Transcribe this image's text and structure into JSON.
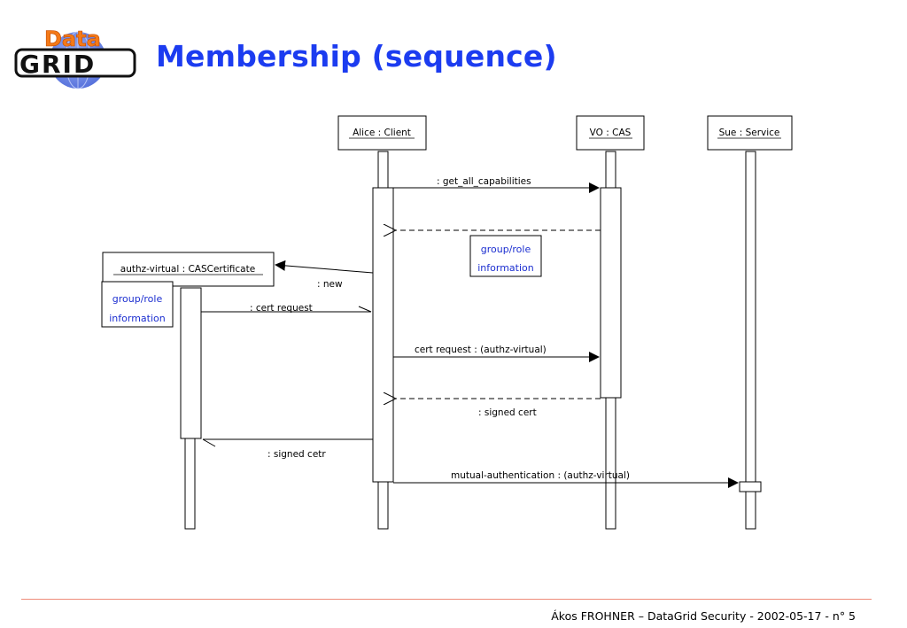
{
  "slide": {
    "title": "Membership (sequence)",
    "footer": "Ákos FROHNER – DataGrid Security - 2002-05-17 - n° 5"
  },
  "logo": {
    "text_top": "Data",
    "text_bottom": "GRID"
  },
  "diagram": {
    "lifelines": [
      {
        "id": "alice",
        "label": "Alice : Client"
      },
      {
        "id": "vo",
        "label": "VO : CAS"
      },
      {
        "id": "sue",
        "label": "Sue : Service"
      },
      {
        "id": "cert",
        "label": "authz-virtual : CASCertificate"
      }
    ],
    "messages": [
      {
        "id": "m1",
        "label": ": get_all_capabilities"
      },
      {
        "id": "m3",
        "label": ": new"
      },
      {
        "id": "m4",
        "label": ": cert request"
      },
      {
        "id": "m5",
        "label": "cert request : (authz-virtual)"
      },
      {
        "id": "m6",
        "label": ": signed cert"
      },
      {
        "id": "m7",
        "label": ": signed cetr"
      },
      {
        "id": "m8",
        "label": "mutual-authentication : (authz-virtual)"
      }
    ],
    "notes": [
      {
        "id": "note1",
        "line1": "group/role",
        "line2": "information"
      },
      {
        "id": "note2",
        "line1": "group/role",
        "line2": "information"
      }
    ]
  }
}
